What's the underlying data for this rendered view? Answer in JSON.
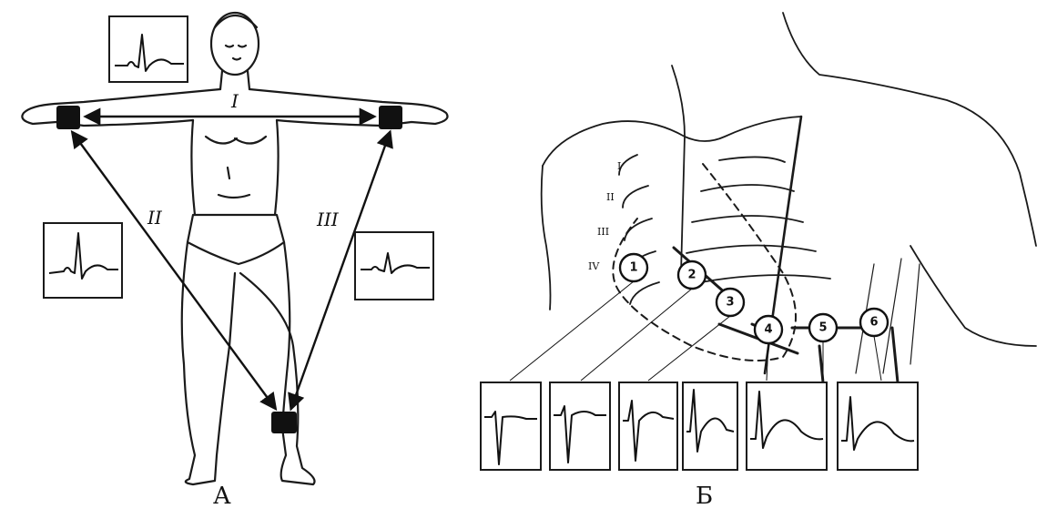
{
  "panels": [
    {
      "label": "А"
    },
    {
      "label": "Б"
    }
  ],
  "limb_leads": [
    {
      "label": "I"
    },
    {
      "label": "II"
    },
    {
      "label": "III"
    }
  ],
  "rib_labels": [
    "I",
    "II",
    "III",
    "IV"
  ],
  "chest_electrodes": [
    {
      "label": "1"
    },
    {
      "label": "2"
    },
    {
      "label": "3"
    },
    {
      "label": "4"
    },
    {
      "label": "5"
    },
    {
      "label": "6"
    }
  ]
}
